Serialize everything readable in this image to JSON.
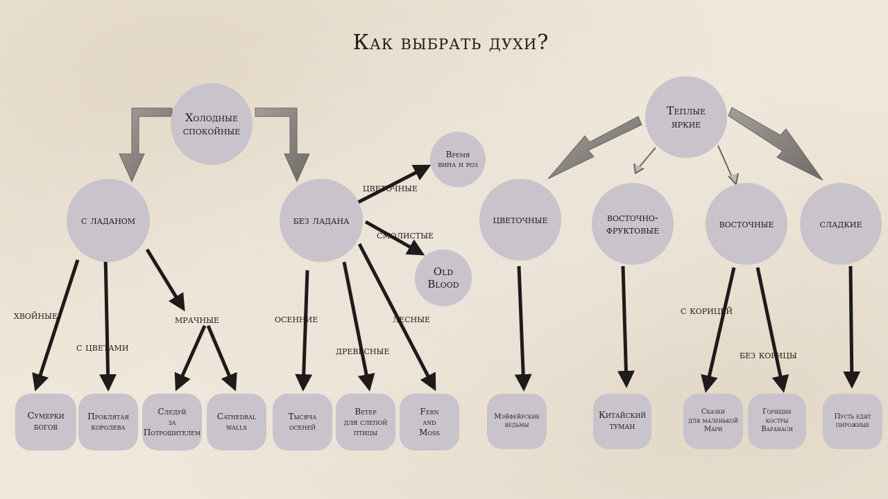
{
  "title": "Как выбрать духи?",
  "groups": {
    "cold": {
      "root": [
        "Холодные",
        "спокойные"
      ],
      "incense": {
        "label": "с ладаном",
        "edges": {
          "conifer": "хвойные",
          "flowers": "с цветами",
          "dark": "мрачные"
        },
        "leaves": {
          "twilight": [
            "Сумерки",
            "богов"
          ],
          "cursed_queen": [
            "Проклятая",
            "королева"
          ],
          "follow_ripper": [
            "Следуй",
            "за",
            "Потрошителем"
          ],
          "cathedral": [
            "Cathedral",
            "walls"
          ]
        }
      },
      "no_incense": {
        "label": "без ладана",
        "edges": {
          "floral": "цветочные",
          "resinous": "смолистые",
          "autumn": "осенние",
          "woody": "древесные",
          "forest": "лесные"
        },
        "leaves": {
          "wine_roses": [
            "Время",
            "вина и роз"
          ],
          "old_blood": [
            "Old",
            "Blood"
          ],
          "thousand_autumns": [
            "Тысяча",
            "осеней"
          ],
          "blind_wind": [
            "Ветер",
            "для слепой",
            "птицы"
          ],
          "fern_moss": [
            "Fern",
            "and",
            "Moss"
          ]
        }
      }
    },
    "warm": {
      "root": [
        "Теплые",
        "яркие"
      ],
      "categories": {
        "floral": "цветочные",
        "oriental_fruity": [
          "восточно-",
          "фруктовые"
        ],
        "oriental": "восточные",
        "sweet": "сладкие"
      },
      "edges": {
        "cinnamon": "с корицей",
        "no_cinnamon": "без корицы"
      },
      "leaves": {
        "mayfair": [
          "Мэйфейрские",
          "ведьмы"
        ],
        "chinese_fog": [
          "Китайский",
          "туман"
        ],
        "fairy_tales": [
          "Сказки",
          "для маленькой",
          "Мари"
        ],
        "varanasi": [
          "Горящие",
          "костры",
          "Варанаси"
        ],
        "let_cake": [
          "Пусть едят",
          "пирожные"
        ]
      }
    }
  },
  "colors": {
    "node_fill": "#c9c3cb",
    "arrow": "#1e1b1a",
    "big_arrow": "#8c8782"
  }
}
